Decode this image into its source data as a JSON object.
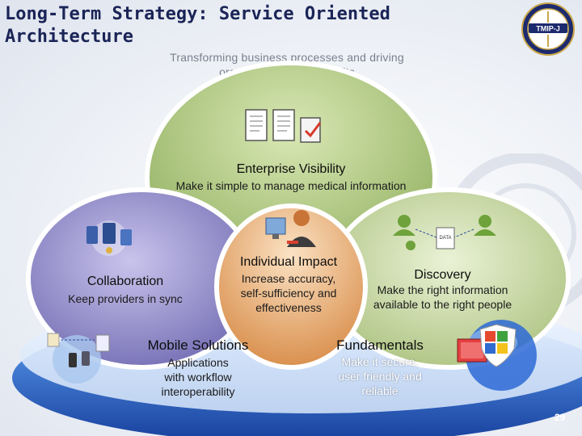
{
  "slide": {
    "title_line1": "Long-Term Strategy:  Service Oriented",
    "title_line2": "Architecture",
    "subtitle_line1": "Transforming business processes and driving",
    "subtitle_line2": "organization-wide benefits",
    "logo_text": "TMIP-J",
    "page_number": "29"
  },
  "sections": {
    "enterprise": {
      "heading": "Enterprise Visibility",
      "description": "Make it simple to manage medical information"
    },
    "collaboration": {
      "heading": "Collaboration",
      "description": "Keep providers in sync"
    },
    "individual": {
      "heading": "Individual Impact",
      "line1": "Increase accuracy,",
      "line2": "self-sufficiency and",
      "line3": "effectiveness"
    },
    "discovery": {
      "heading": "Discovery",
      "line1": "Make the right information",
      "line2": "available to the right people"
    },
    "mobile": {
      "heading": "Mobile Solutions",
      "line1": "Applications",
      "line2": "with workflow",
      "line3": "interoperability"
    },
    "fundamentals": {
      "heading": "Fundamentals",
      "line1": "Make it secure,",
      "line2": "user friendly and",
      "line3": "reliable"
    }
  },
  "discovery_doc_label": "DATA",
  "colors": {
    "title": "#1a2456",
    "enterprise_oval": "#a9c27a",
    "collaboration_oval": "#8d86c4",
    "discovery_oval": "#b7c98c",
    "individual_oval": "#e2a66b",
    "base_disk": "#2f66c6"
  },
  "icons": [
    "documents-icon",
    "checkmark-icon",
    "collaboration-devices-icon",
    "people-network-icon",
    "person-at-computer-icon",
    "mobile-devices-icon",
    "security-shield-icon",
    "tmip-j-seal-icon"
  ]
}
